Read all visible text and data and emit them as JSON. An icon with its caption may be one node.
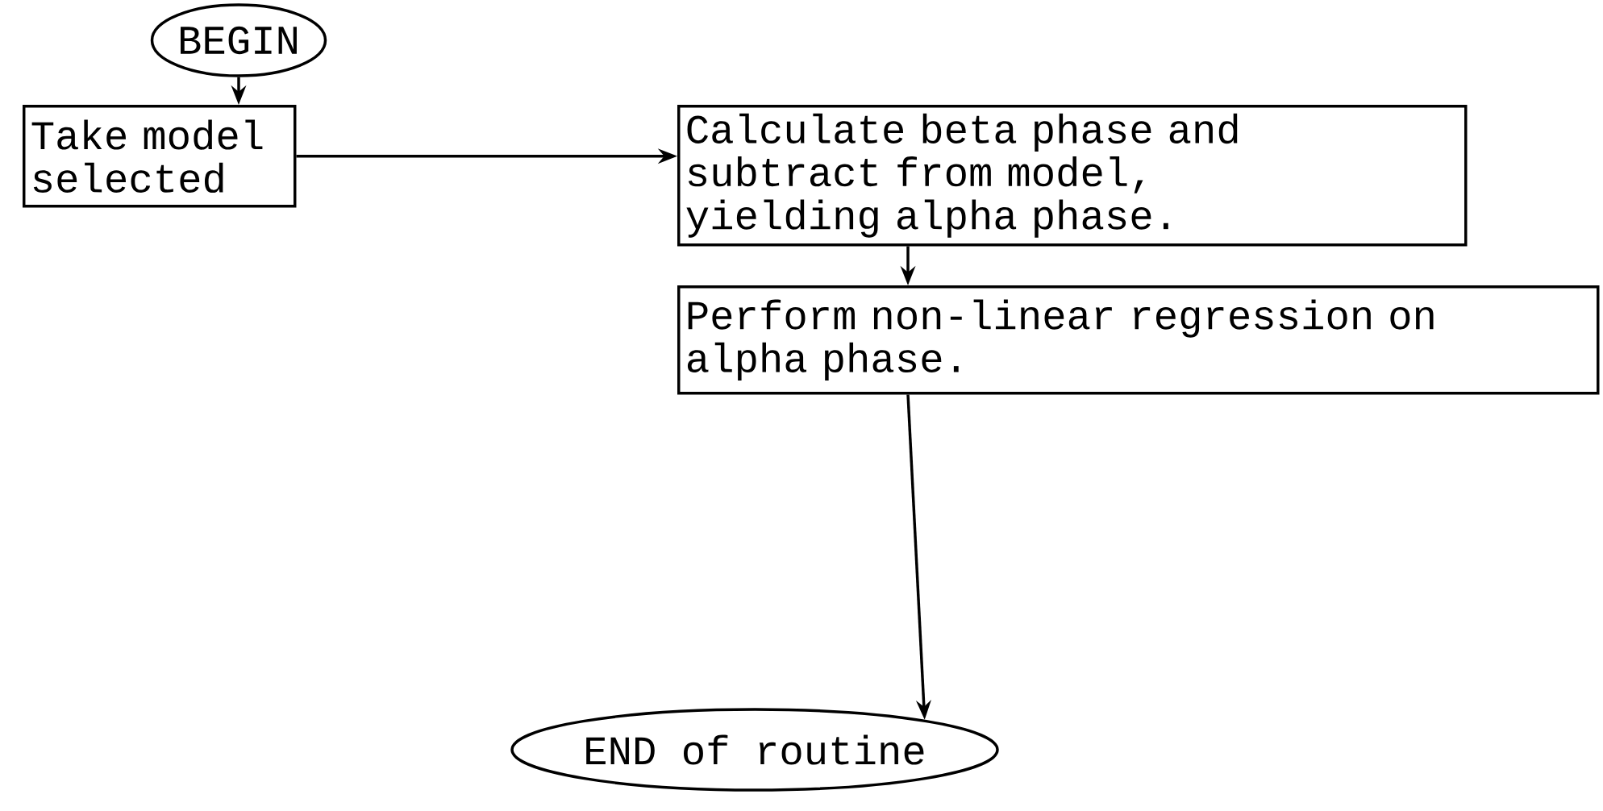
{
  "diagram": {
    "nodes": [
      {
        "text": [
          "BEGIN"
        ]
      },
      {
        "text": [
          "Take model selected"
        ]
      },
      {
        "text": [
          "Calculate beta phase and subtract from model, yielding alpha phase."
        ]
      },
      {
        "text": [
          "Perform non-linear regression on alpha phase."
        ]
      },
      {
        "text": [
          "END of routine"
        ]
      }
    ],
    "edges": [
      {
        "from": 0,
        "to": 1,
        "arrow": "to"
      },
      {
        "from": 1,
        "to": 2,
        "arrow": "to"
      },
      {
        "from": 2,
        "to": 3,
        "arrow": "to"
      },
      {
        "from": 3,
        "to": 4,
        "arrow": "to"
      }
    ]
  }
}
